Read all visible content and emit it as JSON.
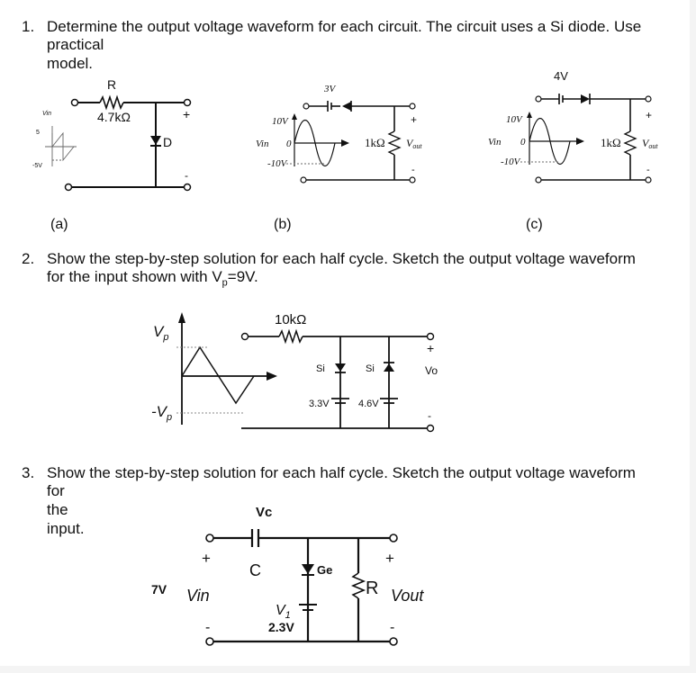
{
  "questions": [
    {
      "num": "1.",
      "line1": "Determine the output voltage waveform for each circuit. The circuit uses a Si diode. Use",
      "line2": "practical model."
    },
    {
      "num": "2.",
      "line1": "Show the step-by-step solution for each half cycle. Sketch the output voltage waveform",
      "line2": "for the input shown with V",
      "line2_sub": "p",
      "line2_end": "=9V."
    },
    {
      "num": "3.",
      "line1": "Show the step-by-step solution for each half cycle. Sketch the output voltage waveform",
      "line2": "for the input."
    }
  ],
  "circuit_a": {
    "label": "(a)",
    "resistor_name": "R",
    "resistor_value": "4.7kΩ",
    "diode": "D",
    "plus": "+",
    "minus": "-",
    "vin": "Vin",
    "peak": "5",
    "trough": "-5V"
  },
  "circuit_b": {
    "label": "(b)",
    "battery": "3V",
    "peak": "10V",
    "zero": "0",
    "trough": "-10V",
    "vin": "Vin",
    "resistor": "1kΩ",
    "vout": "V",
    "vout_sub": "out",
    "plus": "+",
    "minus": "-"
  },
  "circuit_c": {
    "label": "(c)",
    "battery": "4V",
    "peak": "10V",
    "zero": "0",
    "trough": "-10V",
    "vin": "Vin",
    "resistor": "1kΩ",
    "vout": "V",
    "vout_sub": "out",
    "plus": "+",
    "minus": "-"
  },
  "circuit_2": {
    "resistor": "10kΩ",
    "vp": "V",
    "vp_sub": "p",
    "neg_vp": "-V",
    "d1": "Si",
    "d2": "Si",
    "b1": "3.3V",
    "b2": "4.6V",
    "vo": "Vo",
    "plus": "+",
    "minus": "-"
  },
  "circuit_3": {
    "vc": "Vc",
    "cap": "C",
    "diode": "Ge",
    "resistor": "R",
    "source": "7V",
    "vin": "Vin",
    "vout": "Vout",
    "battery_name": "V",
    "battery_sub": "1",
    "battery_value": "2.3V",
    "plus": "+",
    "minus": "-"
  }
}
